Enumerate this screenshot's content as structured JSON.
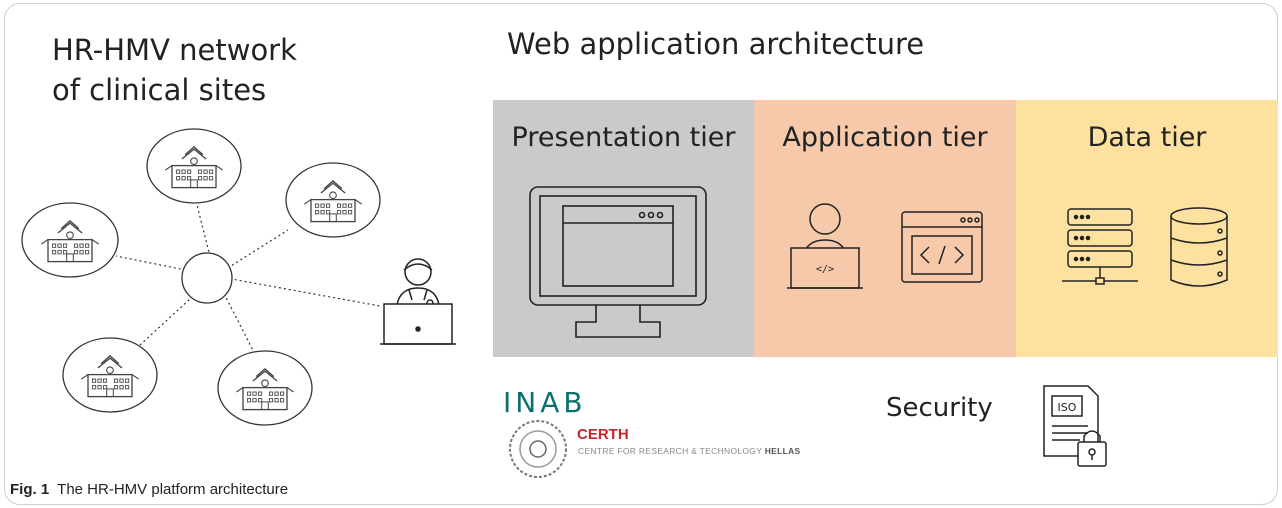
{
  "left_section": {
    "title": "HR-HMV network\nof clinical sites",
    "icons": [
      "hospital-icon",
      "doctor-laptop-icon"
    ]
  },
  "right_section": {
    "title": "Web application architecture",
    "tiers": [
      {
        "label": "Presentation tier",
        "color": "#cbc9c9",
        "icons": [
          "monitor-icon"
        ]
      },
      {
        "label": "Application tier",
        "color": "#f5c9a9",
        "icons": [
          "developer-laptop-icon",
          "code-window-icon"
        ]
      },
      {
        "label": "Data tier",
        "color": "#fde1a0",
        "icons": [
          "server-rack-icon",
          "database-icon"
        ]
      }
    ],
    "security_label": "Security",
    "security_icons": [
      "iso-document-lock-icon"
    ]
  },
  "logos": {
    "inab": "INAB",
    "certh_name": "CERTH",
    "certh_subtitle_prefix": "CENTRE FOR RESEARCH & TECHNOLOGY",
    "certh_subtitle_suffix": "HELLAS"
  },
  "caption": {
    "fig_label": "Fig. 1",
    "text": "The HR-HMV platform architecture"
  }
}
